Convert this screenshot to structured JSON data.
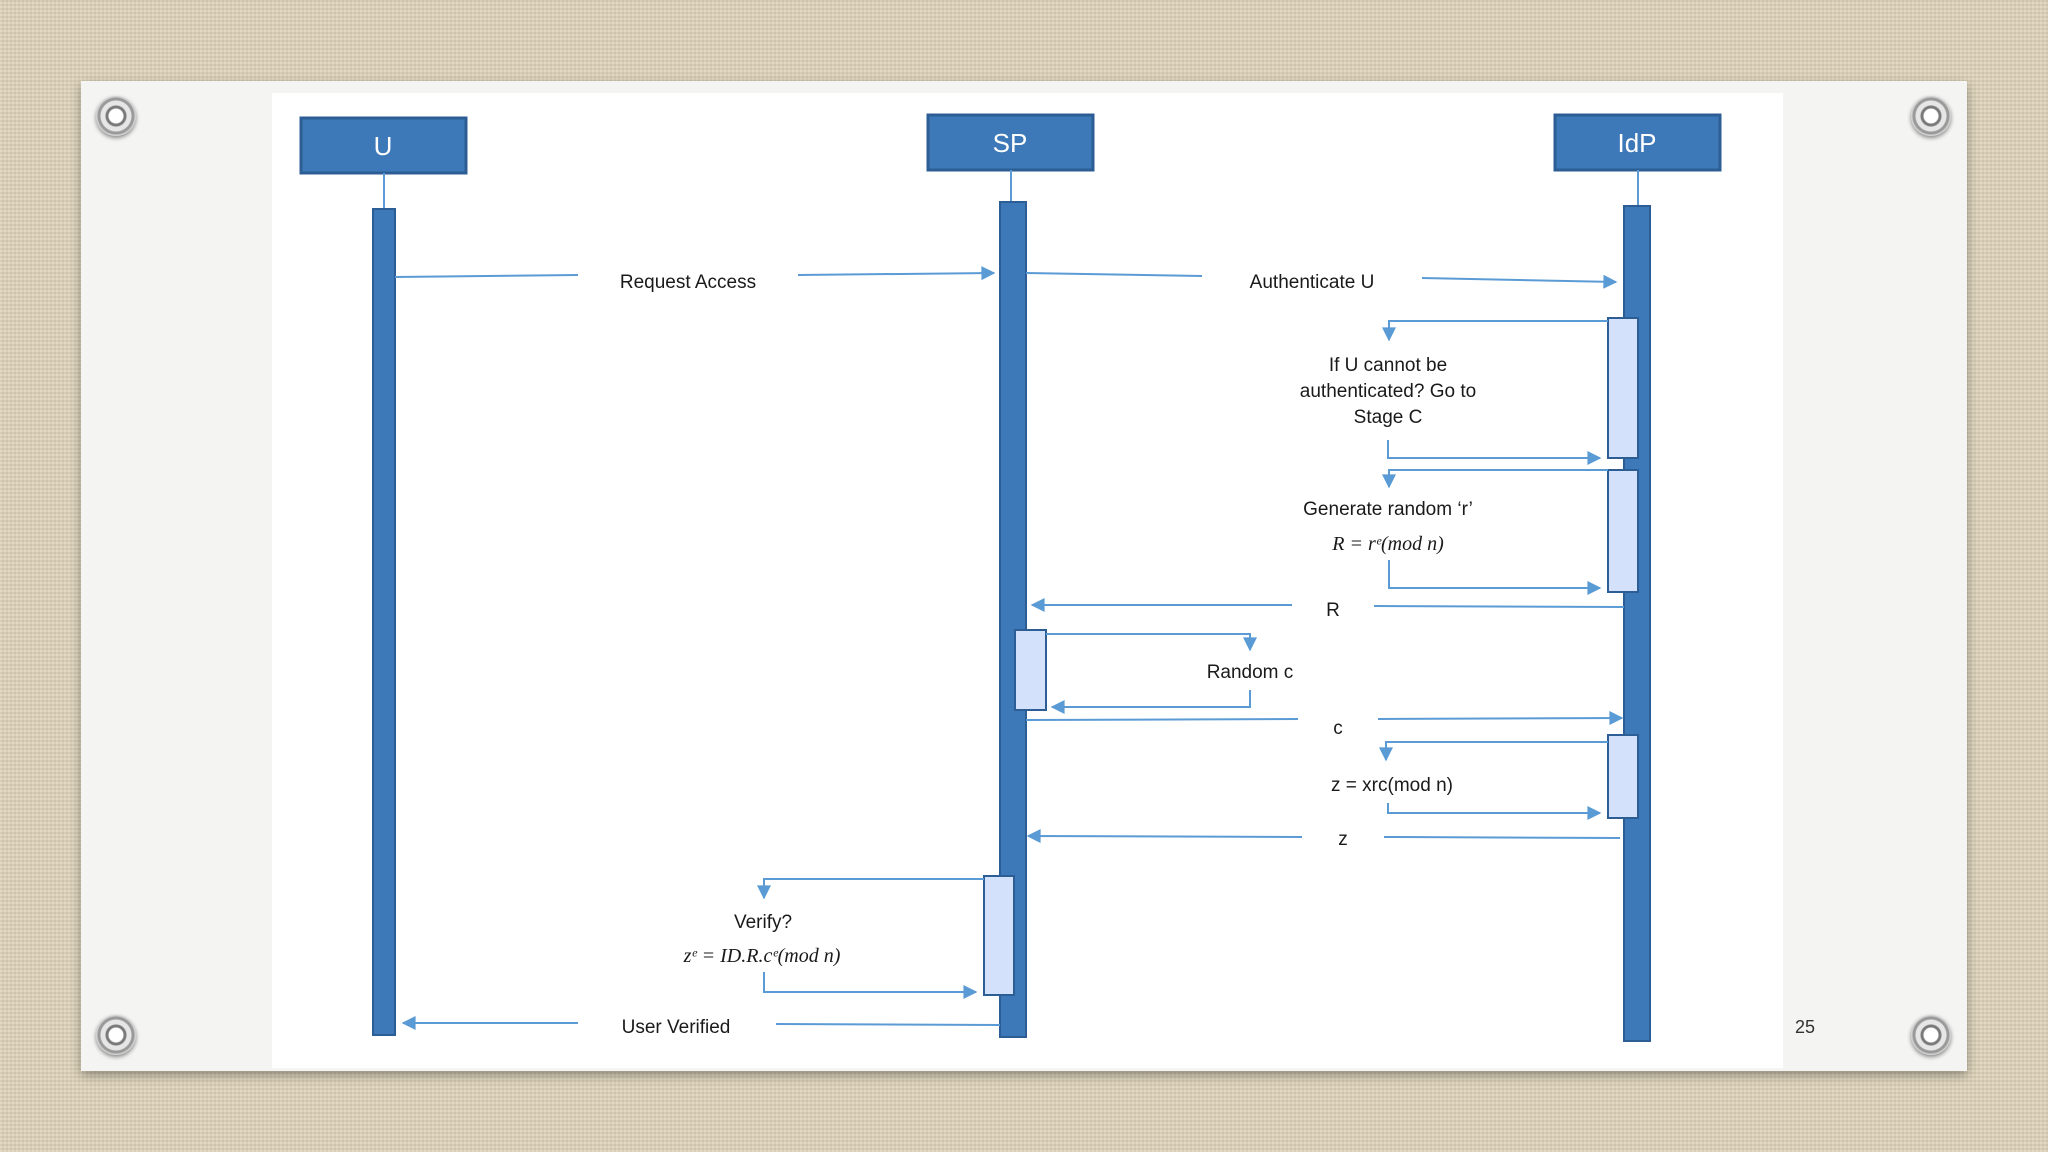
{
  "actors": [
    {
      "id": "u",
      "label": "U"
    },
    {
      "id": "sp",
      "label": "SP"
    },
    {
      "id": "idp",
      "label": "IdP"
    }
  ],
  "messages": {
    "request_access": "Request Access",
    "authenticate_u": "Authenticate U",
    "auth_fail_lines": [
      "If U cannot be",
      "authenticated? Go to",
      "Stage C"
    ],
    "generate_random": "Generate random ‘r’",
    "formula_R": "R =  rᵉ(mod n)",
    "msg_R": "R",
    "random_c": "Random c",
    "msg_c": "c",
    "z_formula": "z = xrc(mod n)",
    "msg_z": "z",
    "verify": "Verify?",
    "verify_formula": "zᵉ =  ID.R.cᵉ(mod n)",
    "user_verified": "User Verified"
  },
  "slide_number": "25",
  "colors": {
    "actor_fill": "#3d79b8",
    "actor_border": "#2c5e95",
    "lifeline": "#3d79b8",
    "activation_fill": "#d3e1fb",
    "arrow": "#5b9bd5"
  }
}
